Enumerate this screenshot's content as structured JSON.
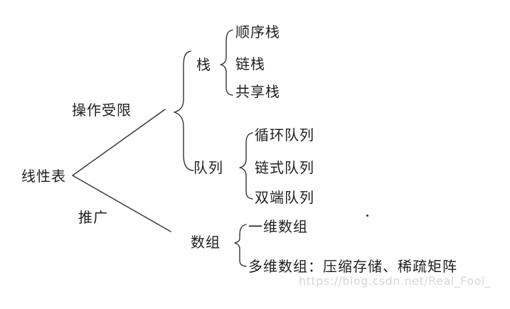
{
  "diagram": {
    "root": "线性表",
    "branch_restricted": "操作受限",
    "branch_generalized": "推广",
    "stack": {
      "label": "栈",
      "items": [
        "顺序栈",
        "链栈",
        "共享栈"
      ]
    },
    "queue": {
      "label": "队列",
      "items": [
        "循环队列",
        "链式队列",
        "双端队列"
      ]
    },
    "array": {
      "label": "数组",
      "items": [
        "一维数组",
        "多维数组：压缩存储、稀疏矩阵"
      ]
    }
  },
  "watermark": "https://blog.csdn.net/Real_Fool_",
  "colors": {
    "line": "#333333",
    "text": "#1e1e1e",
    "watermark": "#d7d7d7"
  }
}
